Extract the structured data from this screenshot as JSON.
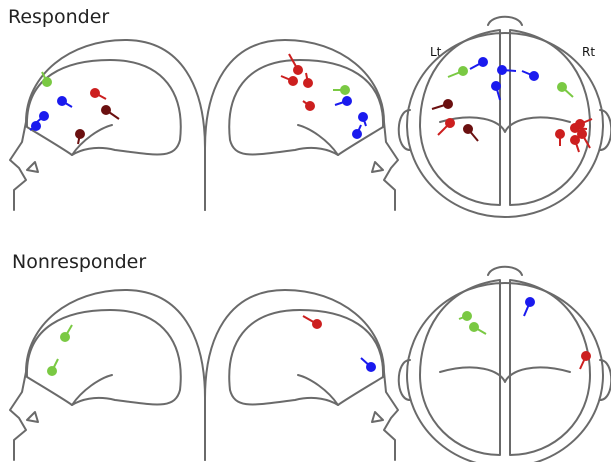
{
  "groups": {
    "responder": {
      "title": "Responder"
    },
    "nonresponder": {
      "title": "Nonresponder"
    }
  },
  "top_view_labels": {
    "left": "Lt",
    "right": "Rt"
  },
  "colors": {
    "green": "#7ac943",
    "blue": "#1a1aee",
    "red": "#cc1f1f",
    "dark_red": "#6b1010",
    "outline": "#6a6a6a"
  }
}
